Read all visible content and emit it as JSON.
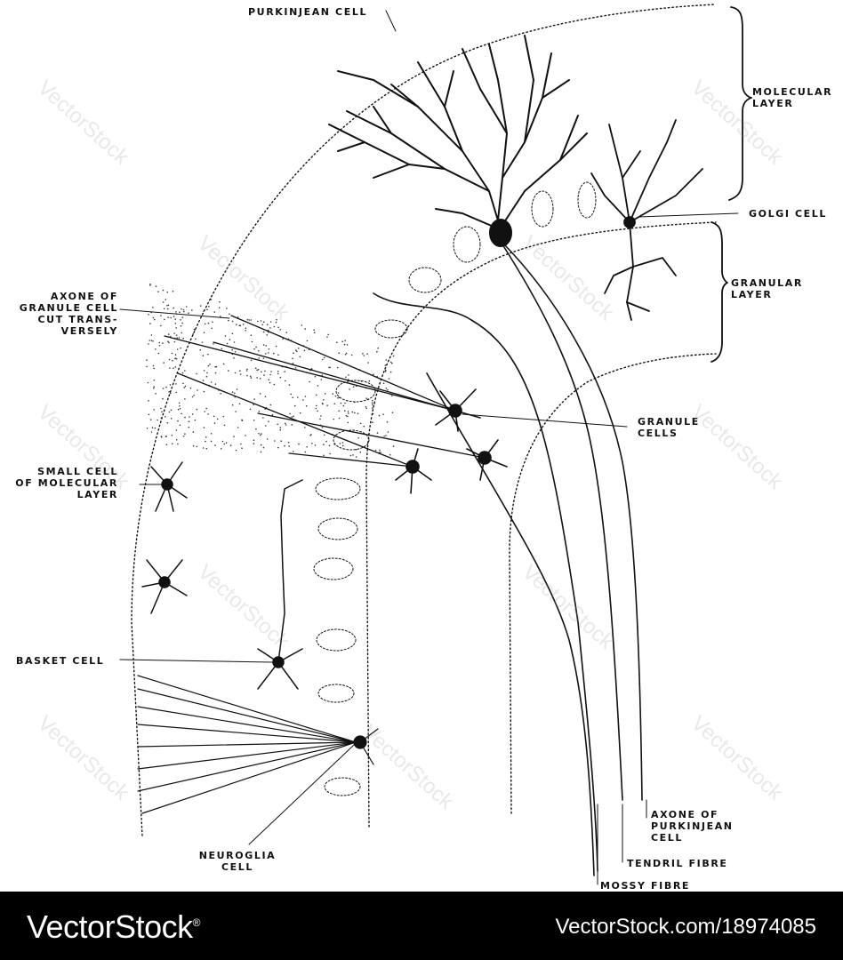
{
  "diagram": {
    "labels": {
      "purkinjean_cell": "PURKINJEAN CELL",
      "molecular_layer": [
        "MOLECULAR",
        "LAYER"
      ],
      "golgi_cell": "GOLGI CELL",
      "granular_layer": [
        "GRANULAR",
        "LAYER"
      ],
      "axone_granule": [
        "AXONE OF",
        "GRANULE CELL",
        "CUT TRANS-",
        "VERSELY"
      ],
      "granule_cells": [
        "GRANULE",
        "CELLS"
      ],
      "small_cell": [
        "SMALL CELL",
        "OF MOLECULAR",
        "LAYER"
      ],
      "basket_cell": "BASKET CELL",
      "neuroglia_cell": [
        "NEUROGLIA",
        "CELL"
      ],
      "axone_purkinjean": [
        "AXONE OF",
        "PURKINJEAN",
        "CELL"
      ],
      "tendril_fibre": "TENDRIL FIBRE",
      "mossy_fibre": "MOSSY FIBRE"
    },
    "colors": {
      "ink": "#111111",
      "paper": "#ffffff"
    }
  },
  "watermark": "VectorStock",
  "footer": {
    "brand": "VectorStock",
    "registered": "®",
    "reference": "VectorStock.com/18974085"
  }
}
